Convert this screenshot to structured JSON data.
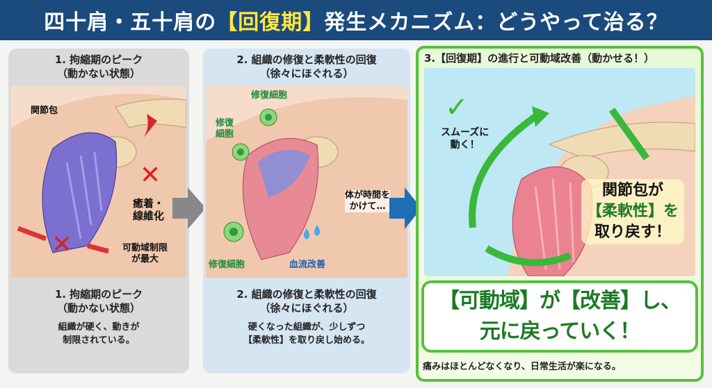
{
  "header": {
    "title_pre": "四十肩・五十肩の",
    "title_hl": "【回復期】",
    "title_post": "発生メカニズム：どうやって治る？"
  },
  "panel1": {
    "title": "1. 拘縮期のピーク",
    "subtitle": "（動かない状態）",
    "labels": {
      "capsule": "関節包",
      "adhesion": "癒着・\n線維化",
      "rom": "可動域制限\nが最大"
    },
    "caption_title": "1. 拘縮期のピーク",
    "caption_sub": "（動かない状態）",
    "desc1": "組織が硬く、動きが",
    "desc2": "制限されている。"
  },
  "panel2": {
    "title": "2. 組織の修復と柔軟性の回復",
    "subtitle": "（徐々にほぐれる）",
    "labels": {
      "cell_top": "修復細胞",
      "cell_left": "修復\n細胞",
      "cell_bottom": "修復細胞",
      "blood": "血流改善"
    },
    "caption_title": "2. 組織の修復と柔軟性の回復",
    "caption_sub": "（徐々にほぐれる）",
    "desc1": "硬くなった組織が、少しずつ",
    "desc2": "【柔軟性】を取り戻し始める。"
  },
  "transition": {
    "label": "体が時間を\nかけて…"
  },
  "panel3": {
    "title": "3.【回復期】の進行と可動域改善（動かせる！）",
    "smooth": "スムーズに\n動く！",
    "big_line1": "関節包が",
    "big_line2": "【柔軟性】を",
    "big_line3": "取り戻す！",
    "bubble_line1": "【可動域】が【改善】し、",
    "bubble_line2": "元に戻っていく！",
    "footer": "痛みはほとんどなくなり、日常生活が楽になる。"
  },
  "colors": {
    "header": "#1b4a7d",
    "highlight": "#ffe93b",
    "green": "#55c23a",
    "capsule_stiff": "#7b6fd0",
    "capsule_healthy": "#e87a86"
  }
}
